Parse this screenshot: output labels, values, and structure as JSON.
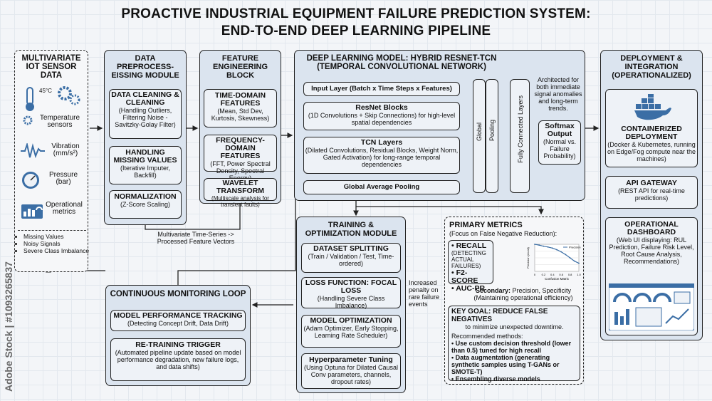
{
  "title_line1": "PROACTIVE INDUSTRIAL EQUIPMENT FAILURE PREDICTION SYSTEM:",
  "title_line2": "END-TO-END DEEP LEARNING PIPELINE",
  "watermark": "Adobe Stock | #1093265837",
  "sensors": {
    "header": "MULTIVARIATE IOT SENSOR DATA",
    "temp_unit": "45°C",
    "temperature": "Temperature sensors",
    "vibration": "Vibration (mm/s²)",
    "pressure": "Pressure (bar)",
    "operational": "Operational metrics",
    "gauge_label": "bar",
    "issues": [
      "Missing Values",
      "Noisy Signals",
      "Severe Class Imbalance"
    ]
  },
  "preprocess": {
    "header": "DATA PREPROCESS-EISSING MODULE",
    "cleaning_h": "DATA CLEANING & CLEANING",
    "cleaning_t": "(Handling Outliers, Filtering Noise - Savitzky-Golay Filter)",
    "missing_h": "HANDLING MISSING VALUES",
    "missing_t": "(Iterative Imputer, Backfill)",
    "norm_h": "NORMALIZATION",
    "norm_t": "(Z-Score Scaling)"
  },
  "feature": {
    "header": "FEATURE ENGINEERING BLOCK",
    "time_h": "TIME-DOMAIN FEATURES",
    "time_t": "(Mean, Std Dev, Kurtosis, Skewness)",
    "freq_h": "FREQUENCY-DOMAIN FEATURES",
    "freq_t": "(FFT, Power Spectral Density, Spectral Energy)",
    "wave_h": "WAVELET TRANSFORM",
    "wave_t": "(Multiscale analysis for transient faults)"
  },
  "feature_caption": "Multivariate Time-Series -> Processed Feature Vectors",
  "model": {
    "header1": "DEEP LEARNING MODEL: HYBRID RESNET-TCN",
    "header2": "(TEMPORAL CONVOLUTIONAL NETWORK)",
    "input": "Input Layer (Batch x Time Steps x Features)",
    "resnet_h": "ResNet Blocks",
    "resnet_t": "(1D Convolutions + Skip Connections) for high-level spatial dependencies",
    "tcn_h": "TCN Layers",
    "tcn_t": "(Dilated Convolutions, Residual Blocks, Weight Norm, Gated Activation) for long-range temporal dependencies",
    "gap": "Global Average Pooling",
    "global": "Global",
    "pooling": "Pooling",
    "fc": "Fully Connected Layers",
    "note": "Architected for both immediate signal anomalies and long-term trends.",
    "softmax_h": "Softmax Output",
    "softmax_t": "(Normal vs. Failure Probability)"
  },
  "deploy": {
    "header": "DEPLOYMENT & INTEGRATION (OPERATIONALIZED)",
    "container_h": "CONTAINERIZED DEPLOYMENT",
    "container_t": "(Docker & Kubernetes, running on Edge/Fog compute near the machines)",
    "api_h": "API GATEWAY",
    "api_t": "(REST API for real-time predictions)",
    "dash_h": "OPERATIONAL DASHBOARD",
    "dash_t": "(Web UI displaying: RUL Prediction, Failure Risk Level, Root Cause Analysis, Recommendations)"
  },
  "training": {
    "header": "TRAINING & OPTIMIZATION MODULE",
    "split_h": "DATASET SPLITTING",
    "split_t": "(Train / Validation / Test, Time-ordered)",
    "loss_h": "LOSS FUNCTION: FOCAL LOSS",
    "loss_t": "(Handling Severe Class Imbalance)",
    "opt_h": "MODEL OPTIMIZATION",
    "opt_t": "(Adam Optimizer, Early Stopping, Learning Rate Scheduler)",
    "hyper_h": "Hyperparameter Tuning",
    "hyper_t": "(Using Optuna for Dilated Causal Conv parameters, channels, dropout rates)",
    "side_note": "Increased penalty on rare failure events"
  },
  "metrics": {
    "header": "PRIMARY METRICS",
    "focus": "(Focus on False Negative Reduction):",
    "recall": "RECALL",
    "recall_t": "(DETECTING ACTUAL FAILURES)",
    "f2": "F2-SCORE",
    "aucpr": "AUC-PR",
    "secondary_b": "Secondary:",
    "secondary_t": "Precision, Specificity",
    "secondary_t2": "(Maintaining operational efficiency)",
    "chart_xlabel": "Confusion Matrix",
    "chart_ylabel": "Precision (recall)",
    "chart_legend": "Precision",
    "goal_h": "KEY GOAL: REDUCE FALSE NEGATIVES",
    "goal_t": "to minimize unexpected downtime.",
    "rec_h": "Recommended methods:",
    "rec1": "Use custom decision threshold (lower than 0.5) tuned for high recall",
    "rec2": "Data augmentation (generating synthetic samples using T-GANs or SMOTE-T)",
    "rec3": "Ensembling diverse models"
  },
  "monitor": {
    "header": "CONTINUOUS MONITORING LOOP",
    "track_h": "MODEL PERFORMANCE TRACKING",
    "track_t": "(Detecting Concept Drift, Data Drift)",
    "retrain_h": "RE-TRAINING TRIGGER",
    "retrain_t": "(Automated pipeline update based on model performance degradation, new failure logs, and data shifts)"
  },
  "colors": {
    "box": "#dbe4ef",
    "sub": "#eef2f7",
    "accent": "#3b6ea5",
    "line": "#222222"
  },
  "chart_data": {
    "type": "line",
    "x": [
      0,
      0.1,
      0.2,
      0.3,
      0.4,
      0.5,
      0.6,
      0.7,
      0.8,
      0.9,
      1.0
    ],
    "series": [
      {
        "name": "Precision",
        "values": [
          1.0,
          0.97,
          0.93,
          0.9,
          0.86,
          0.8,
          0.72,
          0.62,
          0.5,
          0.38,
          0.3
        ]
      }
    ],
    "xlabel": "Confusion Matrix",
    "ylabel": "Precision (recall)",
    "xticks": [
      "0",
      "0.2",
      "0.4",
      "0.6",
      "0.8",
      "1.0"
    ],
    "xlim": [
      0,
      1
    ],
    "ylim": [
      0,
      1
    ]
  }
}
